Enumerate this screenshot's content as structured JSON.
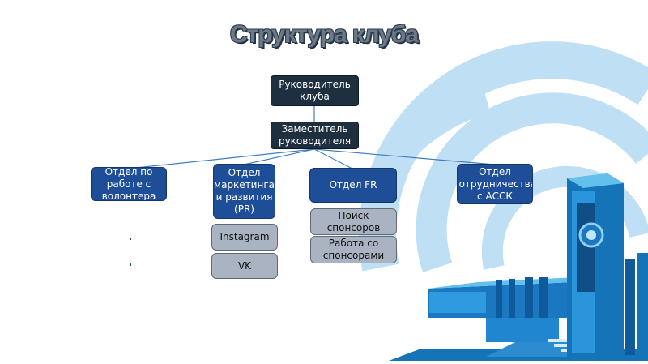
{
  "title": "Структура клуба",
  "nodes": {
    "head": "Руководитель клуба",
    "deputy": "Заместитель руководителя",
    "volunteer": "Отдел по работе с волонтера",
    "marketing": "Отдел маркетинга и развития (PR)",
    "fr": "Отдел FR",
    "cooperation": "Отдел сотрудничества с АССК",
    "instagram": "Instagram",
    "vk": "VK",
    "sponsor_search": "Поиск спонсоров",
    "sponsor_work": "Работа со спонсорами"
  },
  "colors": {
    "accent_light": "#bfe0f4",
    "accent_mid": "#3ea6de",
    "accent_dark": "#1573b8",
    "node_dark": "#1e3040",
    "node_blue": "#1f4e98",
    "node_grey": "#a9b3c1",
    "connector": "#3f7fbf"
  }
}
